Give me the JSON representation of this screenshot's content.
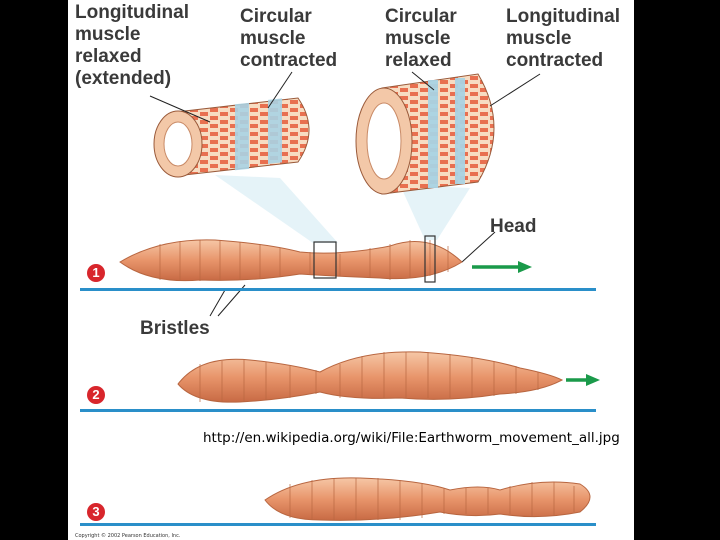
{
  "labels": {
    "longitudinal_relaxed": "Longitudinal\nmuscle\nrelaxed\n(extended)",
    "circular_contracted": "Circular\nmuscle\ncontracted",
    "circular_relaxed": "Circular\nmuscle\nrelaxed",
    "longitudinal_contracted": "Longitudinal\nmuscle\ncontracted",
    "head": "Head",
    "bristles": "Bristles"
  },
  "steps": [
    "1",
    "2",
    "3"
  ],
  "source_url": "http://en.wikipedia.org/wiki/File:Earthworm_movement_all.jpg",
  "copyright": "Copyright © 2002 Pearson Education, Inc.",
  "colors": {
    "ground_line": "#2a8fc9",
    "arrow": "#1a9a4a",
    "step_circle": "#d8262c",
    "worm_body": "#e8956b",
    "muscle_band": "#e87050",
    "circular_band": "#a9d3e4"
  }
}
